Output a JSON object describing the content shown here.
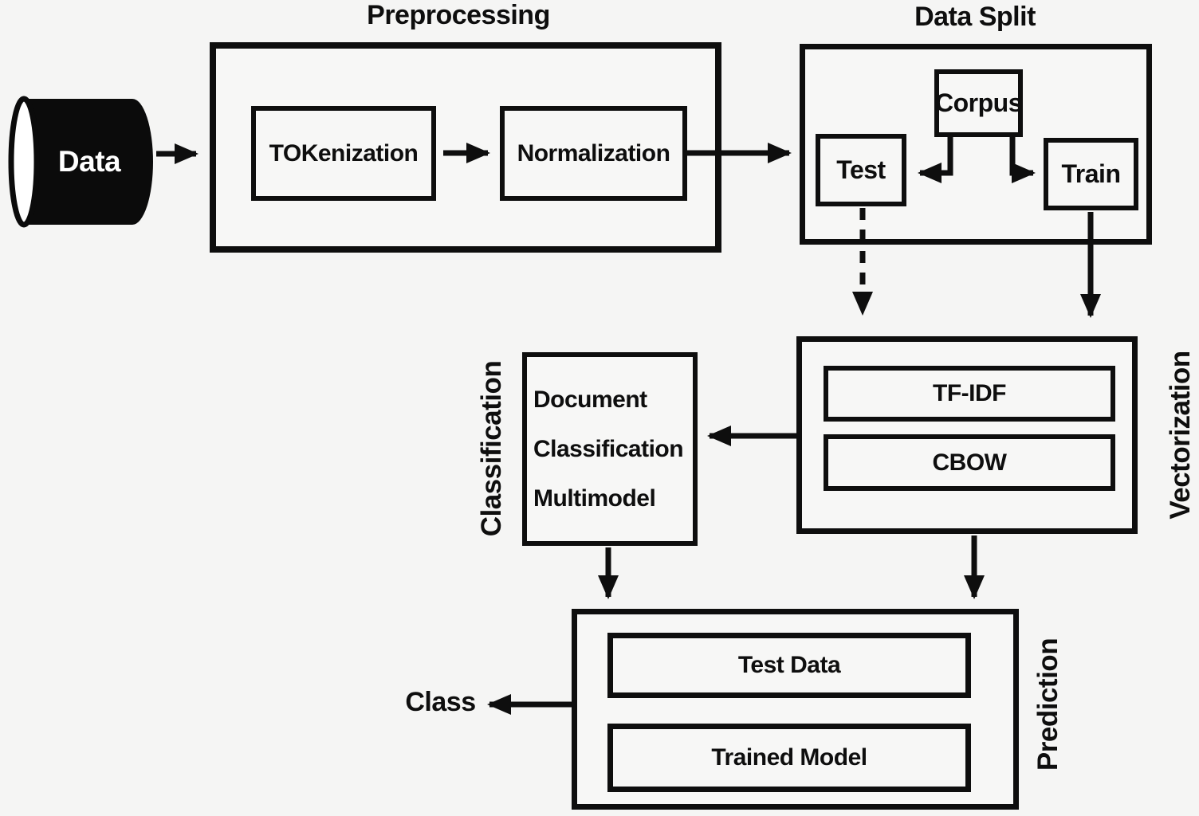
{
  "colors": {
    "background": "#f5f5f4",
    "ink": "#0e0e0e",
    "cylinder_fill": "#0b0b0b",
    "cylinder_text": "#ffffff"
  },
  "data_source": {
    "label": "Data"
  },
  "preprocessing": {
    "title": "Preprocessing",
    "steps": [
      {
        "label": "TOKenization"
      },
      {
        "label": "Normalization"
      }
    ]
  },
  "data_split": {
    "title": "Data Split",
    "corpus_label": "Corpus",
    "test_label": "Test",
    "train_label": "Train"
  },
  "vectorization": {
    "title": "Vectorization",
    "methods": [
      {
        "label": "TF-IDF"
      },
      {
        "label": "CBOW"
      }
    ]
  },
  "classification": {
    "title": "Classification",
    "lines": [
      "Document",
      "Classification",
      "Multimodel"
    ]
  },
  "prediction": {
    "title": "Prediction",
    "items": [
      {
        "label": "Test Data"
      },
      {
        "label": "Trained Model"
      }
    ]
  },
  "output": {
    "label": "Class"
  }
}
